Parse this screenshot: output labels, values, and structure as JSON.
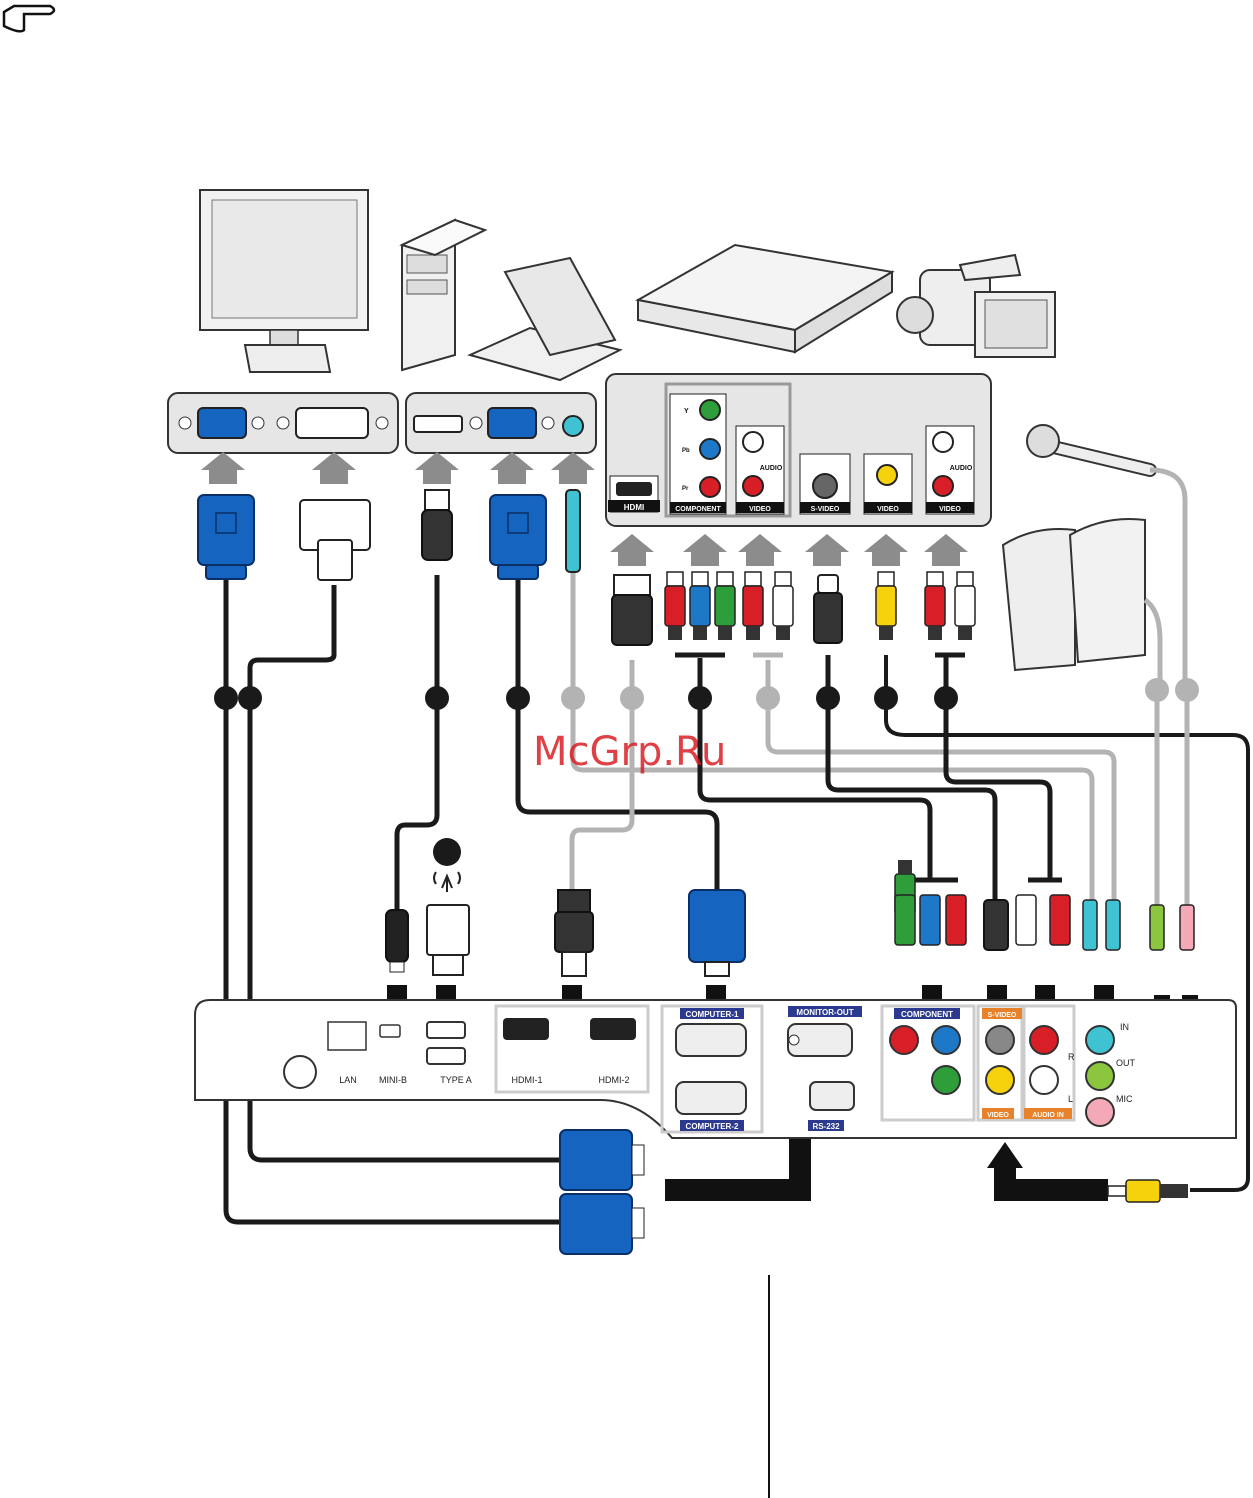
{
  "watermark": "McGrp.Ru",
  "source_ports": {
    "hdmi": "HDMI",
    "component": "COMPONENT",
    "video_a": "VIDEO",
    "svideo": "S-VIDEO",
    "video_b": "VIDEO",
    "video_c": "VIDEO",
    "audio_a": "AUDIO",
    "audio_b": "AUDIO",
    "y": "Y",
    "pb": "Pb",
    "pr": "Pr"
  },
  "projector_ports": {
    "lan": "LAN",
    "mini_b": "MINI-B",
    "type_a": "TYPE A",
    "hdmi1": "HDMI-1",
    "hdmi2": "HDMI-2",
    "computer1": "COMPUTER-1",
    "computer2": "COMPUTER-2",
    "monitor_out": "MONITOR-OUT",
    "rs232": "RS-232",
    "component": "COMPONENT",
    "svideo": "S-VIDEO",
    "video": "VIDEO",
    "audio_in": "AUDIO IN",
    "in": "IN",
    "out": "OUT",
    "mic": "MIC",
    "r": "R",
    "l": "L"
  },
  "colors": {
    "cable_black": "#1a1a1a",
    "cable_gray": "#b3b3b3",
    "vga_blue": "#1565c0",
    "port_panel": "#e6e6e6",
    "arrow_gray": "#8c8c8c",
    "label_blue": "#2b3a8f",
    "label_orange": "#e8822a"
  },
  "icons": [
    "note-hand-icon",
    "monitor-icon",
    "desktop-pc-icon",
    "laptop-icon",
    "dvd-player-icon",
    "camcorder-icon",
    "microphone-icon",
    "speakers-icon",
    "wireless-dongle-icon"
  ]
}
